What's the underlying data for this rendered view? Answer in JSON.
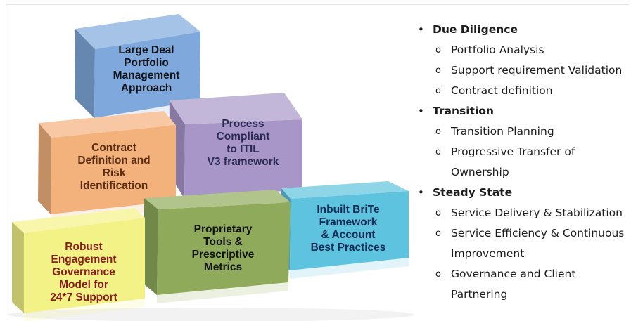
{
  "diagram": {
    "cubes": [
      {
        "id": "large-deal",
        "label_lines": [
          "Large Deal",
          "Portfolio",
          "Management",
          "Approach"
        ],
        "color": "#7fa9dc",
        "text_color": "#10131a"
      },
      {
        "id": "process-compliant",
        "label_lines": [
          "Process",
          "Compliant",
          "to ITIL",
          "V3 framework"
        ],
        "color": "#a896c9",
        "text_color": "#2a2a52"
      },
      {
        "id": "contract-definition",
        "label_lines": [
          "Contract",
          "Definition and",
          "Risk",
          "Identification"
        ],
        "color": "#f3b17c",
        "text_color": "#5b2e12"
      },
      {
        "id": "robust-engagement",
        "label_lines": [
          "Robust",
          "Engagement",
          "Governance",
          "Model for",
          "24*7 Support"
        ],
        "color": "#f3f286",
        "text_color": "#8a1e1e"
      },
      {
        "id": "proprietary-tools",
        "label_lines": [
          "Proprietary",
          "Tools &",
          "Prescriptive",
          "Metrics"
        ],
        "color": "#8faa5a",
        "text_color": "#111111"
      },
      {
        "id": "brite-framework",
        "label_lines": [
          "Inbuilt BriTe",
          "Framework",
          "& Account",
          "Best Practices"
        ],
        "color": "#5ec3de",
        "text_color": "#102a55"
      }
    ]
  },
  "bullets": {
    "bullet_glyph": "•",
    "sub_glyph": "o",
    "sections": [
      {
        "title": "Due Diligence",
        "items": [
          [
            "Portfolio Analysis"
          ],
          [
            "Support requirement Validation"
          ],
          [
            "Contract definition"
          ]
        ]
      },
      {
        "title": "Transition",
        "items": [
          [
            "Transition Planning"
          ],
          [
            "Progressive Transfer of",
            "Ownership"
          ]
        ]
      },
      {
        "title": "Steady State",
        "items": [
          [
            "Service Delivery & Stabilization"
          ],
          [
            "Service Efficiency & Continuous",
            "Improvement"
          ],
          [
            "Governance and Client",
            "Partnering"
          ]
        ]
      }
    ]
  }
}
